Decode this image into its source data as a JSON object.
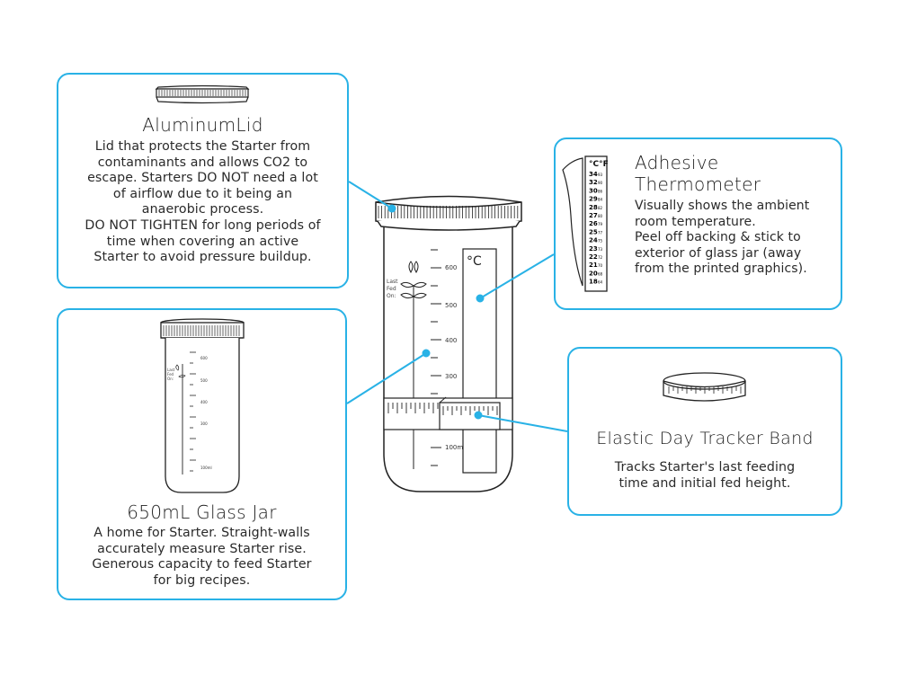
{
  "accent_color": "#29b2e6",
  "cards": {
    "lid": {
      "title": "AluminumLid",
      "lines": [
        "Lid that protects the Starter from",
        "contaminants and allows CO2 to",
        "escape. Starters DO NOT need a lot",
        "of airflow due to it being an",
        "anaerobic process.",
        "DO NOT TIGHTEN for long periods of",
        "time when covering an active",
        "Starter to avoid pressure buildup."
      ]
    },
    "thermometer": {
      "title_lines": [
        "Adhesive",
        "Thermometer"
      ],
      "lines": [
        "Visually shows the ambient",
        "room temperature.",
        "Peel off backing & stick to",
        "exterior of glass jar (away",
        "from the printed graphics)."
      ]
    },
    "jar": {
      "title": "650mL Glass Jar",
      "lines": [
        "A home for Starter. Straight-walls",
        "accurately measure Starter rise.",
        "Generous capacity to feed Starter",
        "for big recipes."
      ]
    },
    "band": {
      "title": "Elastic Day Tracker Band",
      "lines": [
        "Tracks Starter's last feeding",
        "time and initial fed height."
      ]
    }
  },
  "jar_markings": {
    "volumes": [
      "600",
      "500",
      "400",
      "300",
      "100ml"
    ],
    "feed_label": [
      "Last",
      "Fed",
      "On:"
    ],
    "thermo_unit": "°C"
  },
  "thermometer_strip": {
    "header": "°C°F",
    "temps_c": [
      "34",
      "32",
      "30",
      "29",
      "28",
      "27",
      "26",
      "25",
      "24",
      "23",
      "22",
      "21",
      "20",
      "18"
    ],
    "temps_f": [
      "93",
      "90",
      "86",
      "84",
      "82",
      "80",
      "79",
      "77",
      "75",
      "73",
      "72",
      "70",
      "68",
      "64"
    ]
  }
}
